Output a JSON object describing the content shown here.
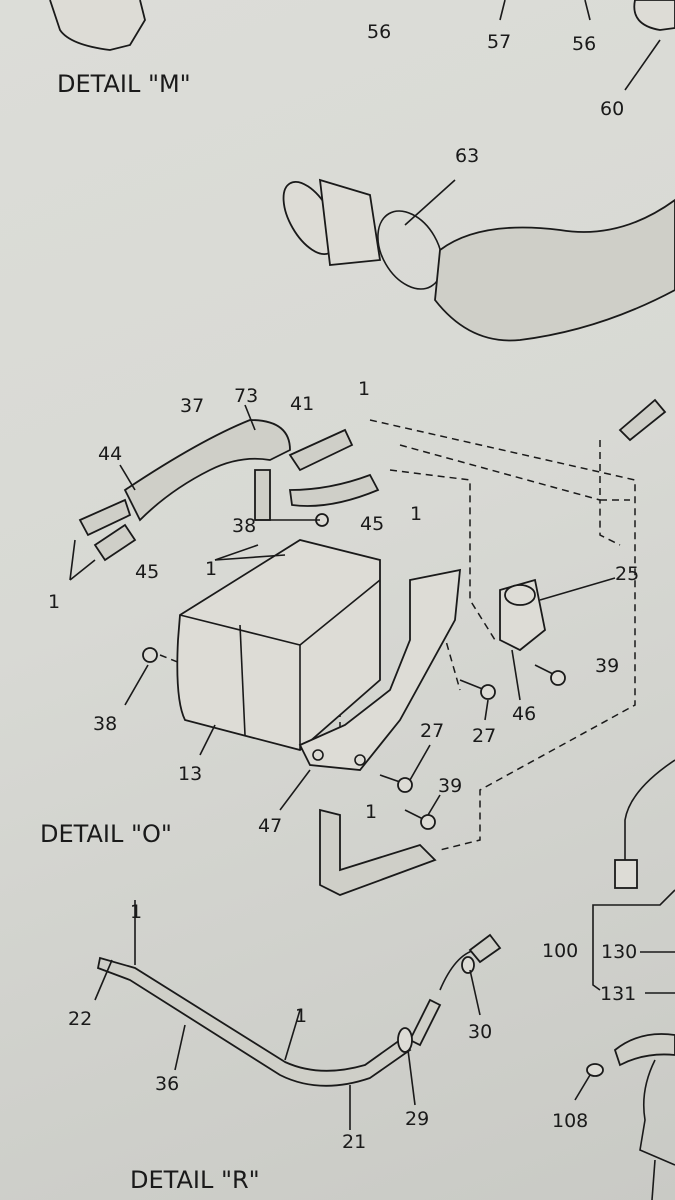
{
  "details": {
    "m": "DETAIL \"M\"",
    "o": "DETAIL \"O\"",
    "r": "DETAIL \"R\""
  },
  "callouts": {
    "c56a": "56",
    "c57": "57",
    "c56b": "56",
    "c60": "60",
    "c63": "63",
    "c37": "37",
    "c73": "73",
    "c41": "41",
    "c1a": "1",
    "c44": "44",
    "c38a": "38",
    "c45a": "45",
    "c1b": "1",
    "c1c": "1",
    "c45b": "45",
    "c1d": "1",
    "c25": "25",
    "c38b": "38",
    "c13": "13",
    "c39a": "39",
    "c46": "46",
    "c27a": "27",
    "c27b": "27",
    "c39b": "39",
    "c47": "47",
    "c1e": "1",
    "c1f": "1",
    "c22": "22",
    "c36": "36",
    "c1g": "1",
    "c21": "21",
    "c29": "29",
    "c30": "30",
    "c100": "100",
    "c130": "130",
    "c131": "131",
    "c108": "108"
  }
}
